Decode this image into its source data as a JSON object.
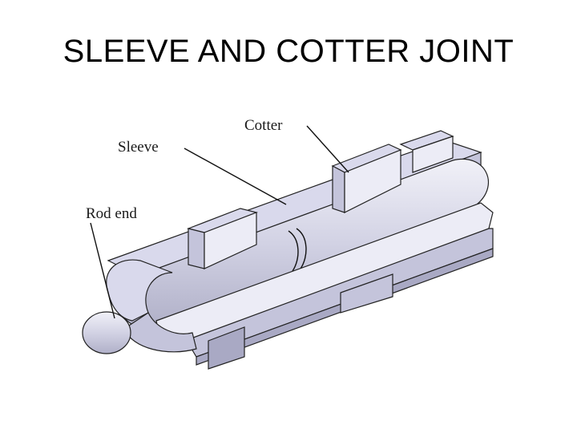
{
  "title": "SLEEVE AND COTTER JOINT",
  "diagram": {
    "labels": {
      "cotter": "Cotter",
      "sleeve": "Sleeve",
      "rod_end": "Rod end"
    }
  }
}
